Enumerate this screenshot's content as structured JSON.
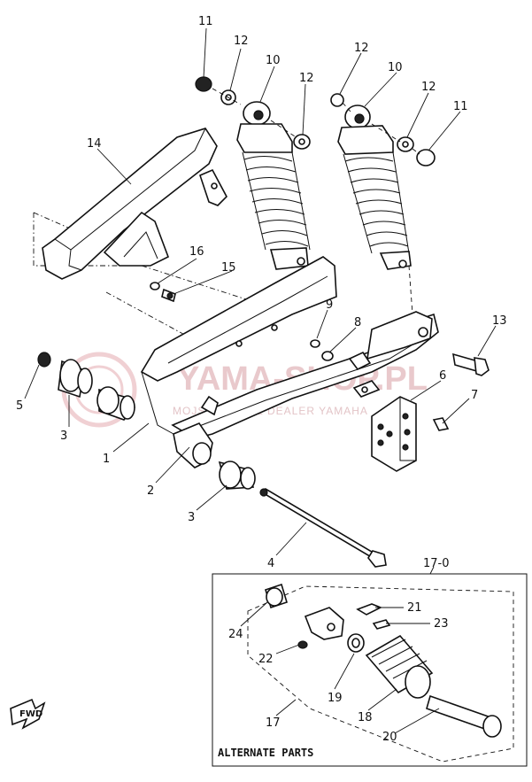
{
  "watermark": {
    "brand": "YAMA-SHOP.PL",
    "subtitle": "MOJSIEJOWICZ DEALER YAMAHA"
  },
  "alternate_parts_label": "ALTERNATE PARTS",
  "group_label": "17-0",
  "fwd_label": "FWD",
  "callouts": [
    {
      "id": "c1",
      "text": "1"
    },
    {
      "id": "c2",
      "text": "2"
    },
    {
      "id": "c3a",
      "text": "3"
    },
    {
      "id": "c3b",
      "text": "3"
    },
    {
      "id": "c4",
      "text": "4"
    },
    {
      "id": "c5",
      "text": "5"
    },
    {
      "id": "c6",
      "text": "6"
    },
    {
      "id": "c7",
      "text": "7"
    },
    {
      "id": "c8",
      "text": "8"
    },
    {
      "id": "c9",
      "text": "9"
    },
    {
      "id": "c10a",
      "text": "10"
    },
    {
      "id": "c10b",
      "text": "10"
    },
    {
      "id": "c11a",
      "text": "11"
    },
    {
      "id": "c11b",
      "text": "11"
    },
    {
      "id": "c12a",
      "text": "12"
    },
    {
      "id": "c12b",
      "text": "12"
    },
    {
      "id": "c12c",
      "text": "12"
    },
    {
      "id": "c12d",
      "text": "12"
    },
    {
      "id": "c13",
      "text": "13"
    },
    {
      "id": "c14",
      "text": "14"
    },
    {
      "id": "c15",
      "text": "15"
    },
    {
      "id": "c16",
      "text": "16"
    },
    {
      "id": "c17",
      "text": "17"
    },
    {
      "id": "c18",
      "text": "18"
    },
    {
      "id": "c19",
      "text": "19"
    },
    {
      "id": "c20",
      "text": "20"
    },
    {
      "id": "c21",
      "text": "21"
    },
    {
      "id": "c22",
      "text": "22"
    },
    {
      "id": "c23",
      "text": "23"
    },
    {
      "id": "c24",
      "text": "24"
    }
  ]
}
